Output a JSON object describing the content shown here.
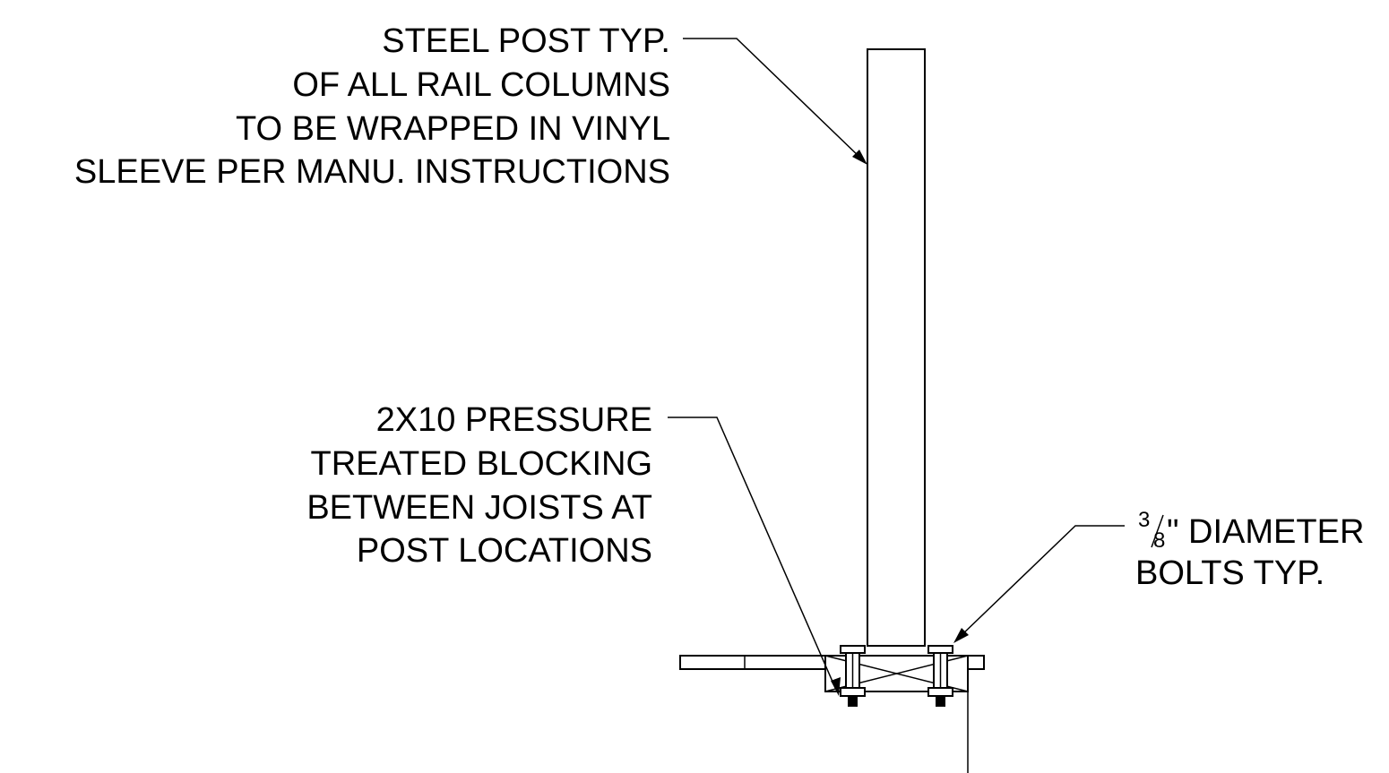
{
  "notes": {
    "steel_post": {
      "line1": "STEEL POST TYP.",
      "line2": "OF ALL RAIL COLUMNS",
      "line3": "TO BE WRAPPED IN VINYL",
      "line4": "SLEEVE PER MANU. INSTRUCTIONS"
    },
    "blocking": {
      "line1": "2X10 PRESSURE",
      "line2": "TREATED BLOCKING",
      "line3": "BETWEEN JOISTS AT",
      "line4": "POST LOCATIONS"
    },
    "bolts": {
      "fraction_numerator": "3",
      "fraction_denominator": "8",
      "line1_rest": "\" DIAMETER",
      "line2": "BOLTS TYP."
    }
  },
  "colors": {
    "ink": "#000000",
    "paper": "#ffffff"
  }
}
